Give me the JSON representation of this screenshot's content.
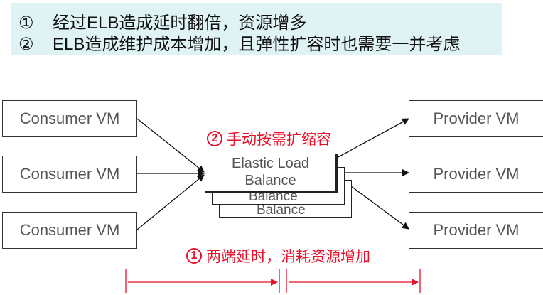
{
  "note": {
    "items": [
      {
        "marker": "①",
        "text": "经过ELB造成延时翻倍，资源增多"
      },
      {
        "marker": "②",
        "text": "ELB造成维护成本增加，且弹性扩容时也需要一并考虑"
      }
    ]
  },
  "consumers": [
    "Consumer VM",
    "Consumer VM",
    "Consumer VM"
  ],
  "providers": [
    "Provider VM",
    "Provider VM",
    "Provider VM"
  ],
  "elb": {
    "front_label": "Elastic Load Balance",
    "back_labels": [
      "Balance",
      "Balance"
    ]
  },
  "annotations": {
    "scaling": {
      "marker": "2",
      "text": "手动按需扩缩容"
    },
    "latency": {
      "marker": "1",
      "text": "两端延时，消耗资源增加"
    }
  },
  "colors": {
    "accent": "#e8102a",
    "note_bg": "#dff2f4"
  }
}
